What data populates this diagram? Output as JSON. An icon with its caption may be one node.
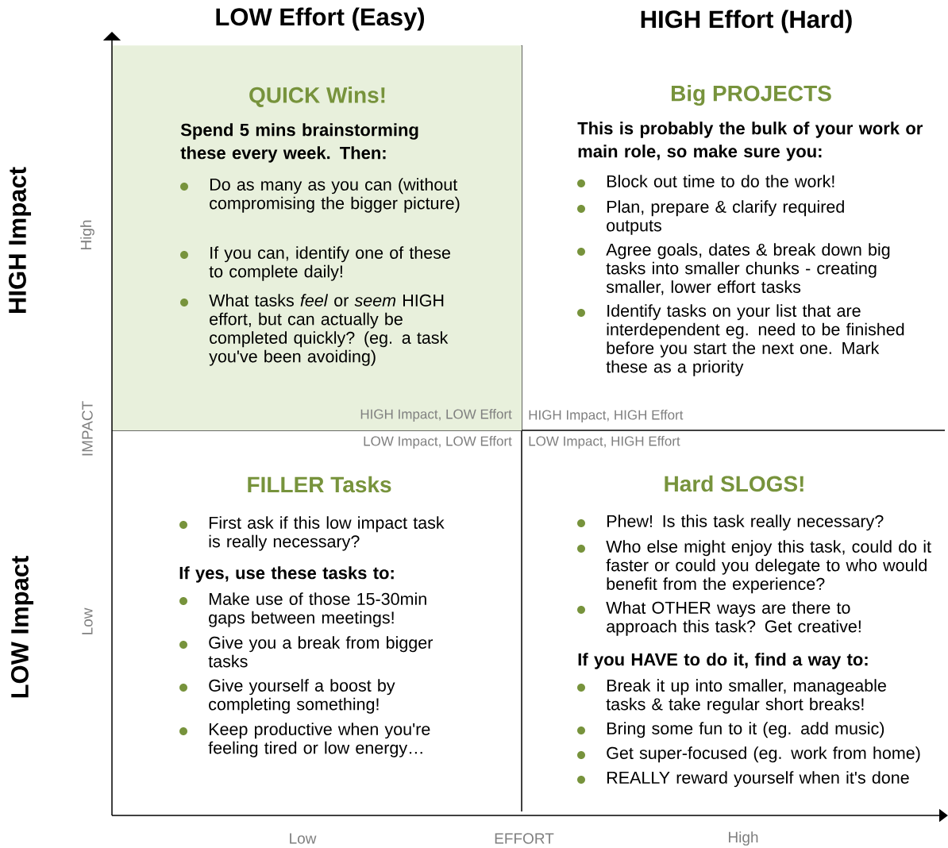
{
  "diagram": {
    "nodes": [
      {
        "text": [
          "QUICK Wins!",
          "Spend 5 mins brainstorming these every week. Then:",
          "Do as many as you can (without compromising the bigger picture)",
          "If you can, identify one of these to complete daily!",
          "What tasks *feel* or *seem* HIGH effort, but can actually be completed quickly? (eg. a task you've been avoiding)",
          "HIGH Impact, LOW Effort"
        ]
      },
      {
        "text": [
          "Big PROJECTS",
          "This is probably the bulk of your work or main role, so make sure you:",
          "Block out time to do the work!",
          "Plan, prepare & clarify required outputs",
          "Agree goals, dates & break down big tasks into smaller chunks - creating smaller, lower effort tasks",
          "Identify tasks on your list that are interdependent eg. need to be finished before you start the next one. Mark these as a priority",
          "HIGH Impact, HIGH Effort"
        ]
      },
      {
        "text": [
          "LOW Impact, LOW Effort",
          "FILLER Tasks",
          "First ask if this low impact task is really necessary?",
          "If yes, use these tasks to:",
          "Make use of those 15-30min gaps between meetings!",
          "Give you a break from bigger tasks",
          "Give yourself a boost by completing something!",
          "Keep productive when you're feeling tired or low energy…"
        ]
      },
      {
        "text": [
          "LOW Impact, HIGH Effort",
          "Hard SLOGS!",
          "Phew! Is this task really necessary?",
          "Who else might enjoy this task, could do it faster or could you delegate to who would benefit from the experience?",
          "What OTHER ways are there to approach this task? Get creative!",
          "If you HAVE to do it, find a way to:",
          "Break it up into smaller, manageable tasks & take regular short breaks!",
          "Bring some fun to it (eg. add music)",
          "Get super-focused (eg. work from home)",
          "REALLY reward yourself when it's done"
        ]
      }
    ],
    "labels": [
      "LOW Effort (Easy)",
      "HIGH Effort (Hard)",
      "HIGH Impact",
      "High",
      "IMPACT",
      "LOW Impact",
      "Low",
      "Low",
      "EFFORT",
      "High"
    ]
  }
}
